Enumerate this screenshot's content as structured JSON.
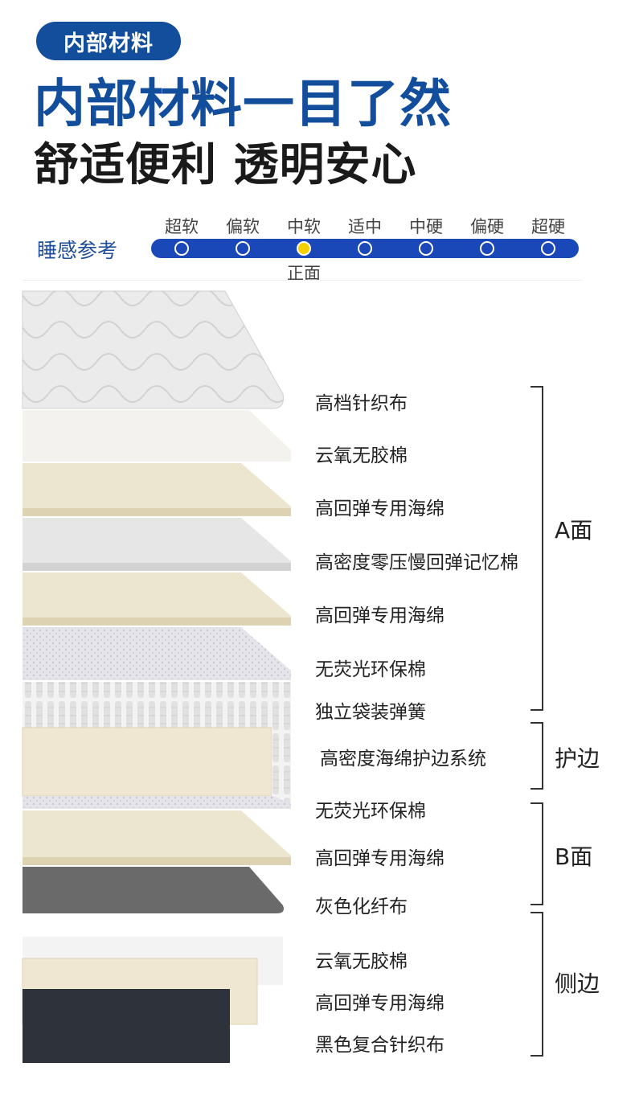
{
  "badge": "内部材料",
  "headline": "内部材料一目了然",
  "subheadline": "舒适便利 透明安心",
  "sleep_feel": {
    "label": "睡感参考",
    "levels": [
      "超软",
      "偏软",
      "中软",
      "适中",
      "中硬",
      "偏硬",
      "超硬"
    ],
    "selected": "中软",
    "selected_caption": "正面"
  },
  "layers": [
    "高档针织布",
    "云氧无胶棉",
    "高回弹专用海绵",
    "高密度零压慢回弹记忆棉",
    "高回弹专用海绵",
    "无荧光环保棉",
    "独立袋装弹簧",
    "高密度海绵护边系统",
    "无荧光环保棉",
    "高回弹专用海绵",
    "灰色化纤布",
    "云氧无胶棉",
    "高回弹专用海绵",
    "黑色复合针织布"
  ],
  "groups": [
    "A面",
    "护边",
    "B面",
    "侧边"
  ]
}
